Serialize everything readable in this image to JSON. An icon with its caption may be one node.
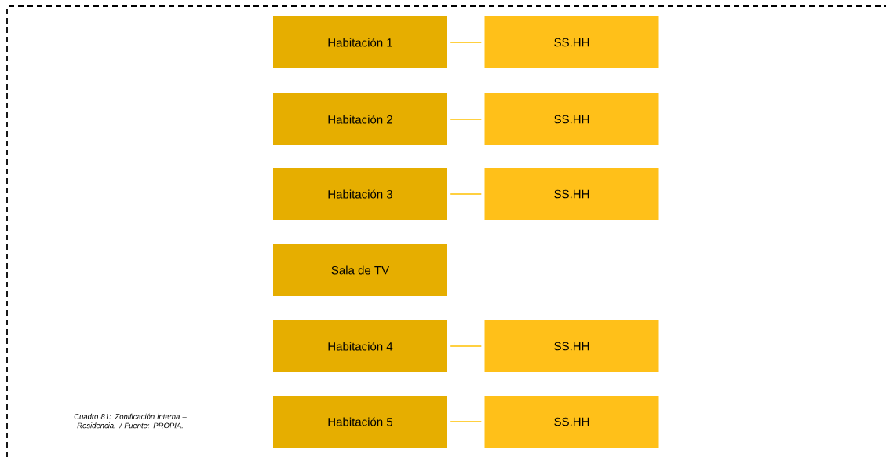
{
  "diagram": {
    "caption": "Cuadro 81: Zonificación interna – Residencia. / Fuente: PROPIA.",
    "nodes": [
      {
        "text": [
          "Habitación 1"
        ]
      },
      {
        "text": [
          "SS.HH"
        ]
      },
      {
        "text": [
          "Habitación 2"
        ]
      },
      {
        "text": [
          "SS.HH"
        ]
      },
      {
        "text": [
          "Habitación 3"
        ]
      },
      {
        "text": [
          "SS.HH"
        ]
      },
      {
        "text": [
          "Sala de TV"
        ]
      },
      {
        "text": [
          "Habitación 4"
        ]
      },
      {
        "text": [
          "SS.HH"
        ]
      },
      {
        "text": [
          "Habitación 5"
        ]
      },
      {
        "text": [
          "SS.HH"
        ]
      }
    ],
    "edges": [
      {
        "from": 0,
        "to": 1,
        "arrow": "none"
      },
      {
        "from": 2,
        "to": 3,
        "arrow": "none"
      },
      {
        "from": 4,
        "to": 5,
        "arrow": "none"
      },
      {
        "from": 7,
        "to": 8,
        "arrow": "none"
      },
      {
        "from": 9,
        "to": 10,
        "arrow": "none"
      }
    ]
  }
}
